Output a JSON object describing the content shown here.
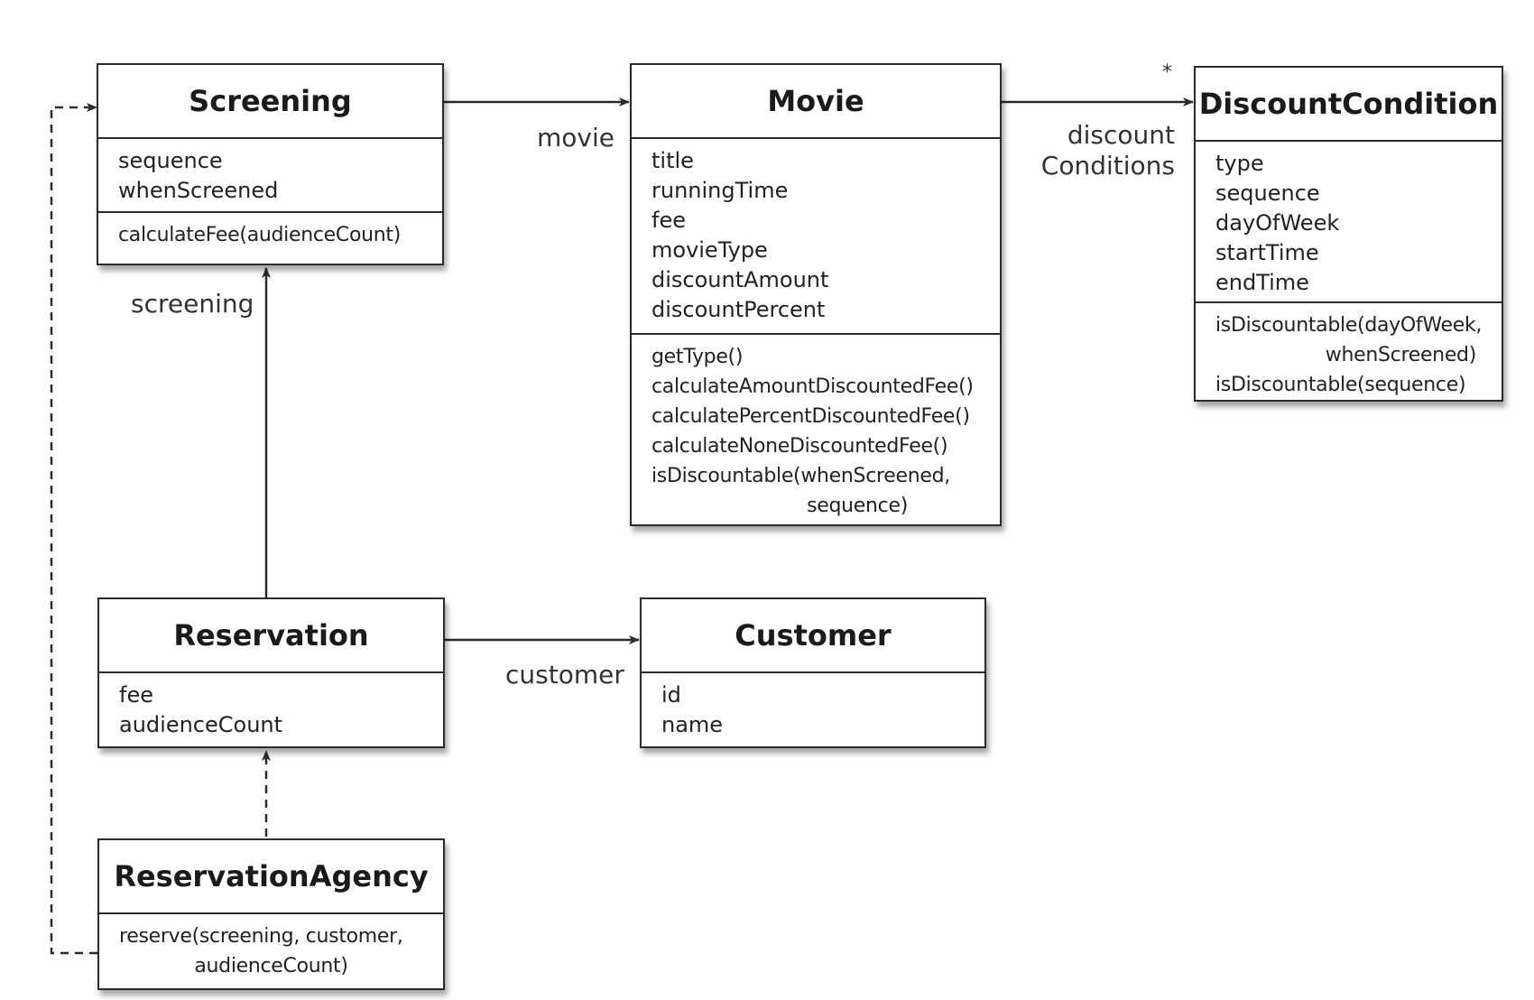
{
  "classes": {
    "screening": {
      "name": "Screening",
      "attributes": [
        "sequence",
        "whenScreened"
      ],
      "operations": [
        "calculateFee(audienceCount)"
      ]
    },
    "movie": {
      "name": "Movie",
      "attributes": [
        "title",
        "runningTime",
        "fee",
        "movieType",
        "discountAmount",
        "discountPercent"
      ],
      "operations": [
        "getType()",
        "calculateAmountDiscountedFee()",
        "calculatePercentDiscountedFee()",
        "calculateNoneDiscountedFee()",
        "isDiscountable(whenScreened,",
        "sequence)"
      ]
    },
    "discount_condition": {
      "name": "DiscountCondition",
      "attributes": [
        "type",
        "sequence",
        "dayOfWeek",
        "startTime",
        "endTime"
      ],
      "operations": [
        "isDiscountable(dayOfWeek,",
        "whenScreened)",
        "isDiscountable(sequence)"
      ]
    },
    "reservation": {
      "name": "Reservation",
      "attributes": [
        "fee",
        "audienceCount"
      ]
    },
    "customer": {
      "name": "Customer",
      "attributes": [
        "id",
        "name"
      ]
    },
    "reservation_agency": {
      "name": "ReservationAgency",
      "operations": [
        "reserve(screening, customer,",
        "audienceCount)"
      ]
    }
  },
  "associations": {
    "screening_movie": {
      "role": "movie"
    },
    "movie_discount_conditions": {
      "role_line1": "discount",
      "role_line2": "Conditions",
      "multiplicity": "*"
    },
    "reservation_screening": {
      "role": "screening"
    },
    "reservation_customer": {
      "role": "customer"
    },
    "agency_reservation": {
      "style": "dependency"
    },
    "agency_screening": {
      "style": "dependency"
    }
  },
  "colors": {
    "line": "#2b2b2b",
    "text": "#222222",
    "background": "#ffffff"
  }
}
